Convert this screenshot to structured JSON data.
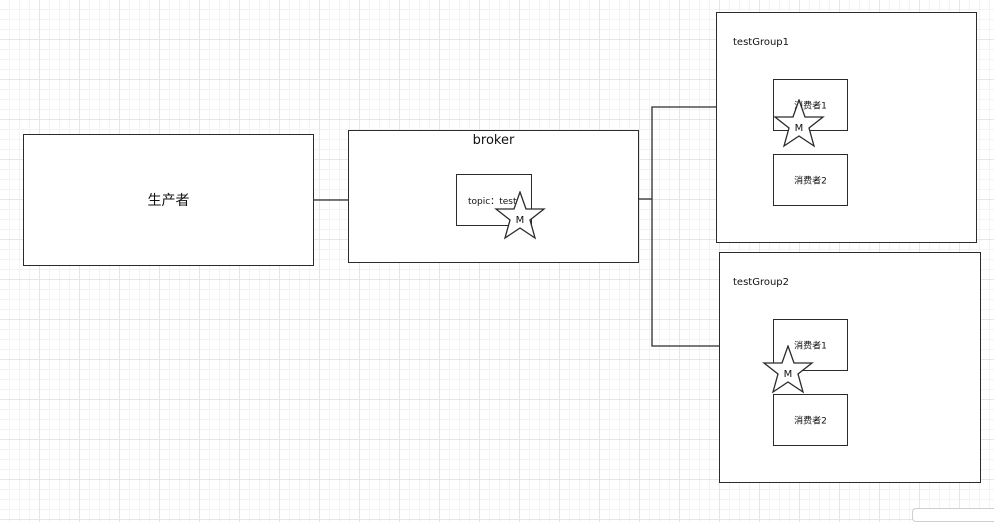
{
  "producer": {
    "label": "生产者"
  },
  "broker": {
    "title": "broker",
    "topic_label": "topic：test"
  },
  "group1": {
    "title": "testGroup1",
    "consumer1": "消费者1",
    "consumer2": "消费者2"
  },
  "group2": {
    "title": "testGroup2",
    "consumer1": "消费者1",
    "consumer2": "消费者2"
  },
  "message_marker": {
    "letter": "M",
    "shape": "star"
  },
  "colors": {
    "stroke": "#2b2b2b",
    "grid": "#e6e6e6",
    "fill": "#ffffff"
  }
}
